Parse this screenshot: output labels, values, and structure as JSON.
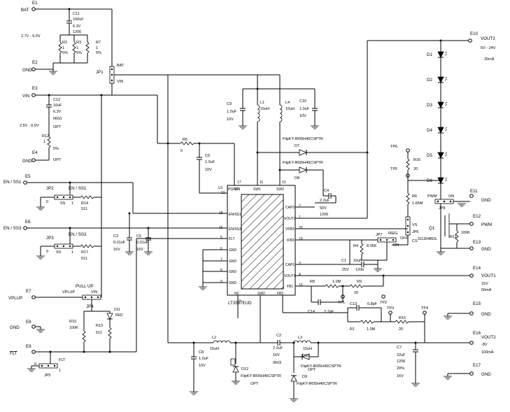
{
  "terminals": [
    {
      "id": "E1",
      "net": "BAT"
    },
    {
      "id": "E2",
      "net": "GND"
    },
    {
      "id": "E3",
      "net": "VIN"
    },
    {
      "id": "E4",
      "net": "GND"
    },
    {
      "id": "E5",
      "net": "EN / SS1"
    },
    {
      "id": "E6",
      "net": "EN / SS3"
    },
    {
      "id": "E7",
      "net": "VPLUP"
    },
    {
      "id": "E8",
      "net": "GND"
    },
    {
      "id": "E9",
      "net": "FLT"
    },
    {
      "id": "E10",
      "net": "VOUT3",
      "note1": "5V - 24V",
      "note2": "20mA"
    },
    {
      "id": "E11",
      "net": "GND"
    },
    {
      "id": "E12",
      "net": "PWM"
    },
    {
      "id": "E13",
      "net": "GND"
    },
    {
      "id": "E14",
      "net": "VOUT1",
      "note1": "15V",
      "note2": "50mA"
    },
    {
      "id": "E15",
      "net": "GND"
    },
    {
      "id": "E16",
      "net": "VOUT2",
      "note1": "-8V",
      "note2": "100mA"
    },
    {
      "id": "E17",
      "net": "GND"
    }
  ],
  "notes": {
    "bat_range": "2.7V - 6.0V",
    "vin_range": "2.5V - 6.0V"
  },
  "components": {
    "C11": [
      "C11",
      "100uF",
      "6.3V",
      "1206"
    ],
    "R2": [
      "R2",
      "1",
      "5%"
    ],
    "R3": [
      "R3",
      "1",
      "5%"
    ],
    "R7": [
      "R7",
      "1",
      "5%"
    ],
    "C12": [
      "C12",
      "10uF",
      "6.3V",
      "0603",
      "OPT"
    ],
    "R12": [
      "R12",
      "1",
      "5%",
      "OPT"
    ],
    "R5": [
      "R5",
      "0"
    ],
    "C6": [
      "C6",
      "1.0uF",
      "10V"
    ],
    "C9": [
      "C9",
      "1.0uF",
      "10V"
    ],
    "L1": [
      "L1",
      "15uH"
    ],
    "L4": [
      "L4",
      "10uH"
    ],
    "C10": [
      "C10",
      "1.0uF",
      "10V"
    ],
    "D7": [
      "D7",
      "FlipKY-IR05H40CSPTR"
    ],
    "D8": [
      "D8",
      "FlipKY-IR05H40CSPTR"
    ],
    "C4": [
      "C4",
      "2.2uF",
      "50V",
      "1206"
    ],
    "R14": [
      "R14",
      "511"
    ],
    "R17": [
      "R17",
      "511"
    ],
    "C3": [
      "C3",
      "0.01uF",
      "16V"
    ],
    "C5": [
      "C5",
      "0.01uF",
      "16V"
    ],
    "R4": [
      "R4",
      "8.06K"
    ],
    "C1": [
      "C1",
      "25V",
      "10uF",
      "1206"
    ],
    "R8": [
      "R8",
      "1.0M"
    ],
    "R9": [
      "R9",
      "20"
    ],
    "C14": [
      "C14",
      "2.7pF"
    ],
    "C13": [
      "C13",
      "6.8pF"
    ],
    "R1": [
      "R1",
      "1.0M"
    ],
    "R15": [
      "R15",
      "20"
    ],
    "R10": [
      "R10",
      "100K"
    ],
    "R13": [
      "R13",
      "511"
    ],
    "D11": [
      "D11",
      "RED"
    ],
    "L2": [
      "L2",
      "15uH"
    ],
    "C8": [
      "C8",
      "1.0uF",
      "10V"
    ],
    "C2": [
      "C2",
      "2.2uF",
      "16V",
      "0603"
    ],
    "L3": [
      "L3",
      "15uH"
    ],
    "D10": [
      "D10",
      "FlipKY-IR05H40CSPTR",
      "OPT"
    ],
    "D9": [
      "D9",
      "FlipKY-IR05H40CSPTR"
    ],
    "D12": [
      "D12",
      "FlipKY-IR05H40CSPTR",
      "OPT"
    ],
    "C7": [
      "C7",
      "22uF",
      "1206",
      "20%",
      "16V"
    ],
    "R16": [
      "R16",
      "20"
    ],
    "R6": [
      "R6",
      "1.65M"
    ],
    "Q1": [
      "Q1",
      "SI1304BDL"
    ],
    "R11": [
      "R11",
      "100K"
    ]
  },
  "leds": [
    "D1",
    "D2",
    "D3",
    "D4",
    "D5",
    "D6"
  ],
  "jumpers": {
    "JP1": {
      "name": "JP1",
      "a": "BAT",
      "b": "VIN"
    },
    "JP2": {
      "name": "JP2",
      "title": "EN / SS1",
      "a": "0",
      "b": "SS",
      "c": "1"
    },
    "JP3": {
      "name": "JP3",
      "title": "EN / SS3",
      "a": "0",
      "b": "SS",
      "c": "1"
    },
    "JP4": {
      "name": "JP4",
      "title": "PULL UP",
      "a": "VPLUP",
      "b": "VIN"
    },
    "JP5": {
      "name": "JP5",
      "title": "FLT",
      "a": "0",
      "c": "1"
    },
    "JP6": {
      "name": "JP6",
      "a": "VS",
      "b": "CS"
    },
    "JP7": {
      "name": "JP7",
      "title": "IREG",
      "a": "ON",
      "b": "OFF"
    },
    "JP8": {
      "name": "JP8",
      "a": "PWM",
      "b": "ON"
    }
  },
  "testpoints": [
    "TP1",
    "TP2",
    "TP3",
    "TP4",
    "TP5",
    "TP6"
  ],
  "ic": {
    "ref": "U1",
    "part": "LT3587EUD",
    "left_pins": [
      {
        "n": "18",
        "name": "EN/SS1"
      },
      {
        "n": "16",
        "name": "EN/SS3"
      },
      {
        "n": "5",
        "name": "FLT"
      },
      {
        "n": "6",
        "name": "GND"
      },
      {
        "n": "7",
        "name": "GND"
      },
      {
        "n": "8",
        "name": "GND"
      },
      {
        "n": "9",
        "name": "GND"
      }
    ],
    "right_pins": [
      {
        "n": "2",
        "name": "CAP3"
      },
      {
        "n": "1",
        "name": "VOUT3"
      },
      {
        "n": "20",
        "name": "VFB3"
      },
      {
        "n": "19",
        "name": "IFB3"
      },
      {
        "n": "3",
        "name": "CAP1"
      },
      {
        "n": "4",
        "name": "VOUT1"
      },
      {
        "n": "15",
        "name": "FB1"
      }
    ],
    "top_pins": [
      {
        "n": "21",
        "name": "PGND"
      },
      {
        "n": "17",
        "name": "VIN"
      },
      {
        "n": "11",
        "name": "SW1"
      },
      {
        "n": "13",
        "name": "SW3"
      }
    ],
    "bottom_pins": [
      {
        "n": "10",
        "name": "NC"
      },
      {
        "n": "",
        "name": "SW2"
      },
      {
        "n": "",
        "name": "FB2"
      }
    ]
  }
}
